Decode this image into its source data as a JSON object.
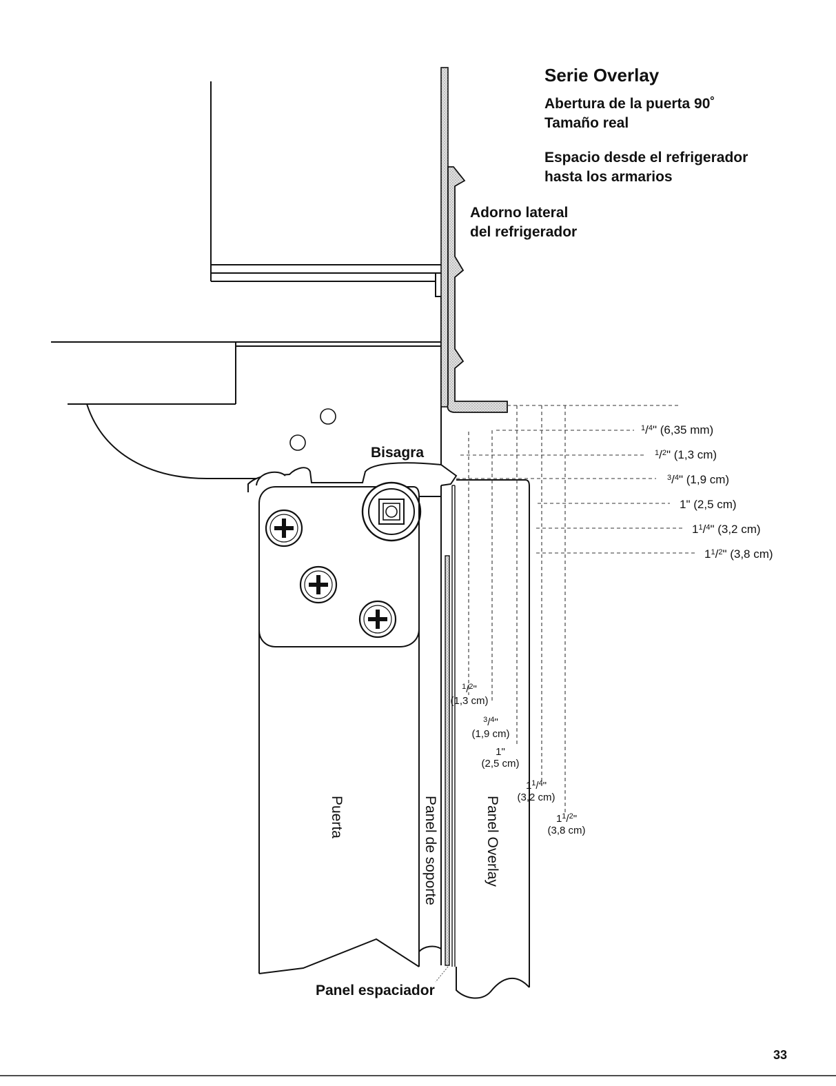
{
  "header": {
    "title": "Serie Overlay",
    "subtitle_line1": "Abertura de la puerta 90˚",
    "subtitle_line2": "Tamaño real",
    "subtitle_line3": "Espacio desde el refrigerador",
    "subtitle_line4": "hasta los armarios"
  },
  "labels": {
    "trim_line1": "Adorno lateral",
    "trim_line2": "del refrigerador",
    "hinge": "Bisagra",
    "door": "Puerta",
    "support_panel": "Panel de soporte",
    "overlay_panel": "Panel Overlay",
    "spacer_panel": "Panel espaciador"
  },
  "dimensions_right": [
    {
      "whole": "",
      "num": "1",
      "den": "4",
      "metric": "(6,35 mm)"
    },
    {
      "whole": "",
      "num": "1",
      "den": "2",
      "metric": "(1,3 cm)"
    },
    {
      "whole": "",
      "num": "3",
      "den": "4",
      "metric": "(1,9 cm)"
    },
    {
      "whole": "1",
      "num": "",
      "den": "",
      "metric": "(2,5 cm)"
    },
    {
      "whole": "1",
      "num": "1",
      "den": "4",
      "metric": "(3,2 cm)"
    },
    {
      "whole": "1",
      "num": "1",
      "den": "2",
      "metric": "(3,8 cm)"
    }
  ],
  "dimensions_lower": [
    {
      "whole": "",
      "num": "1",
      "den": "2",
      "metric": "(1,3 cm)"
    },
    {
      "whole": "",
      "num": "3",
      "den": "4",
      "metric": "(1,9 cm)"
    },
    {
      "whole": "1",
      "num": "",
      "den": "",
      "metric": "(2,5 cm)"
    },
    {
      "whole": "1",
      "num": "1",
      "den": "4",
      "metric": "(3,2 cm)"
    },
    {
      "whole": "1",
      "num": "1",
      "den": "2",
      "metric": "(3,8 cm)"
    }
  ],
  "page_number": "33"
}
